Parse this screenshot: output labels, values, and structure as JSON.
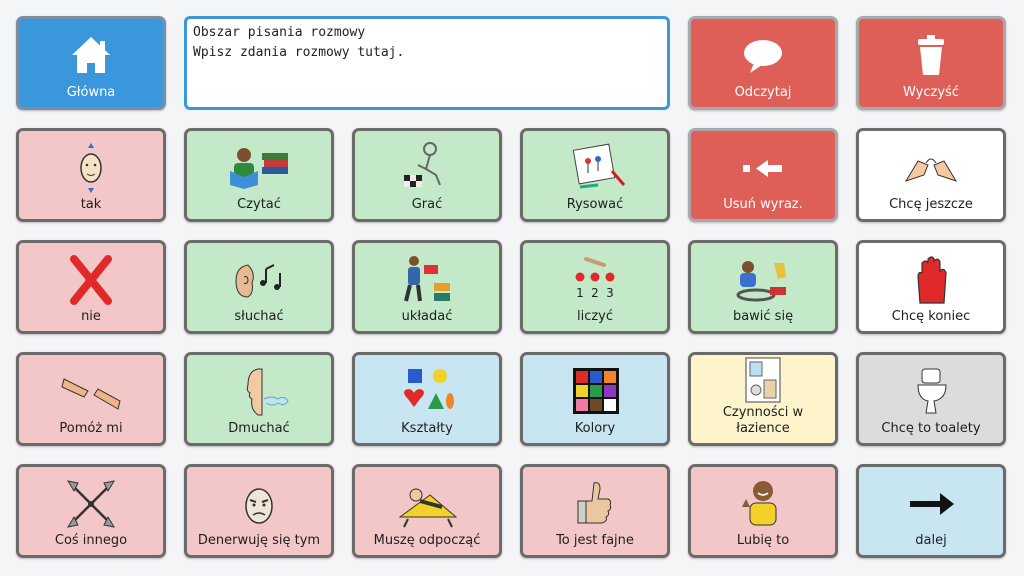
{
  "top": {
    "home_label": "Główna",
    "speak_label": "Odczytaj",
    "clear_label": "Wyczyść"
  },
  "message_area": {
    "line1": "Obszar pisania rozmowy",
    "line2": "Wpisz zdania rozmowy tutaj."
  },
  "tiles": {
    "tak": "tak",
    "czytac": "Czytać",
    "grac": "Grać",
    "rysowac": "Rysować",
    "usun": "Usuń wyraz.",
    "chce_jeszcze": "Chcę jeszcze",
    "nie": "nie",
    "sluchac": "słuchać",
    "ukladac": "układać",
    "liczyc": "liczyć",
    "bawic": "bawić się",
    "chce_koniec": "Chcę koniec",
    "pomoz": "Pomóż mi",
    "dmuchac": "Dmuchać",
    "ksztalty": "Kształty",
    "kolory": "Kolory",
    "czynnosci": "Czynności w łazience",
    "toaleta": "Chcę to toalety",
    "cos_innego": "Coś innego",
    "denerwuje": "Denerwuję się tym",
    "odpoczac": "Muszę odpocząć",
    "fajne": "To jest fajne",
    "lubie": "Lubię to",
    "dalej": "dalej"
  },
  "count_labels": {
    "one": "1",
    "two": "2",
    "three": "3"
  },
  "colors": {
    "pink": "#f3c6c8",
    "green": "#c3e9c9",
    "blue": "#c8e5f2",
    "yellow": "#fdf4cc",
    "grey": "#dcdcdc",
    "red": "#dd5f57",
    "home": "#3b97dc"
  },
  "icons": {
    "home": "house-icon",
    "speak": "speech-bubble-icon",
    "clear": "trash-icon",
    "tak": "nodding-face-icon",
    "nie": "red-x-icon",
    "usun": "delete-word-icon",
    "dalej": "arrow-right-icon"
  }
}
